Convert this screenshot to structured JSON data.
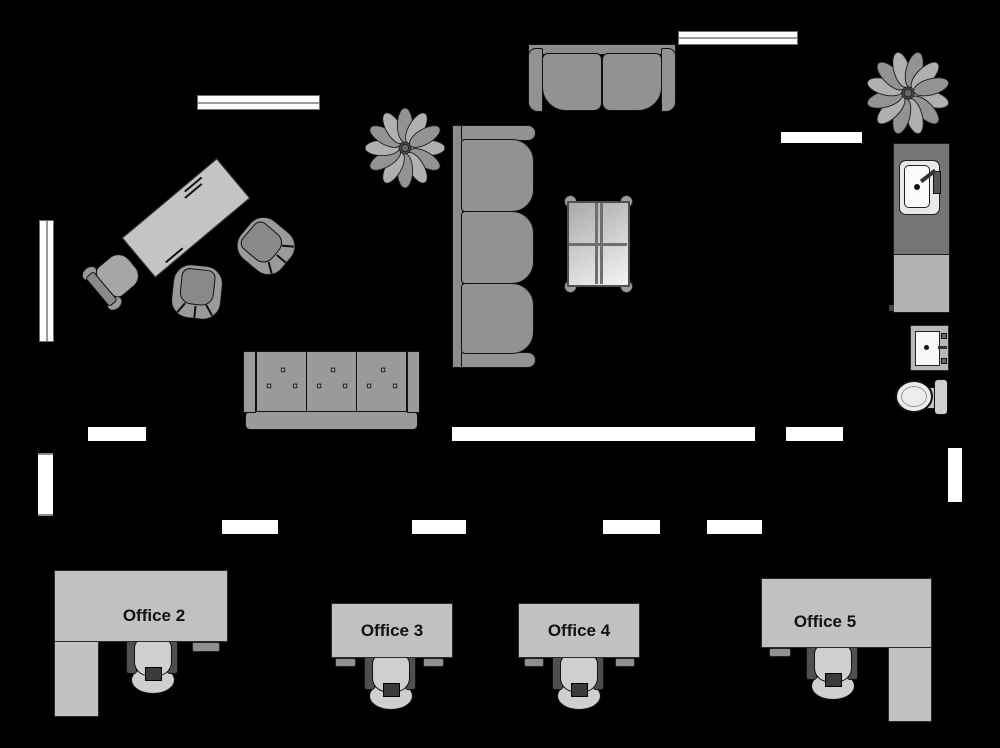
{
  "floorplan": {
    "background": "#000000",
    "palette": {
      "outline": "#1a1a1a",
      "upholstery_gray": "#929292",
      "frame_gray": "#9a9a9a",
      "desk_gray": "#c1c1c1",
      "executive_desk_gray": "#c4c4c4",
      "counter_dark": "#757575",
      "counter_light": "#b3b3b3",
      "seat_light": "#cfcfcf",
      "armrest_dark": "#4f4f4f",
      "fixture_white": "#f7f7f7",
      "window_white": "#ffffff"
    },
    "offices": [
      {
        "label": "Office 2"
      },
      {
        "label": "Office 3"
      },
      {
        "label": "Office 4"
      },
      {
        "label": "Office 5"
      }
    ],
    "sofa_button_glyph": "¤"
  }
}
